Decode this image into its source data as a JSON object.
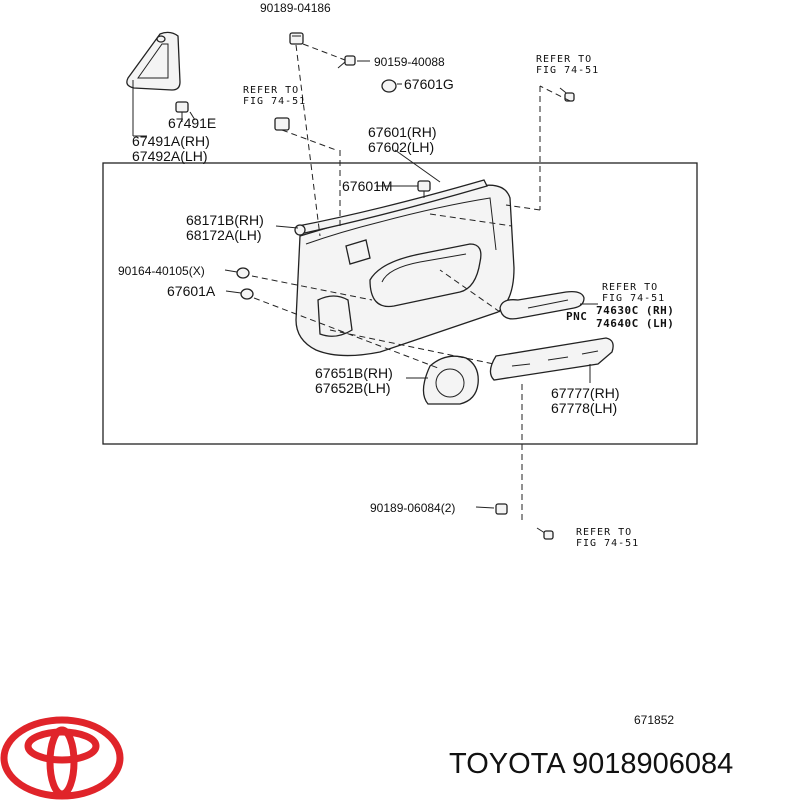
{
  "labels": {
    "p_90189_04186": "90189-04186",
    "p_90159_40088": "90159-40088",
    "p_67601G": "67601G",
    "p_67491E": "67491E",
    "p_67491A": "67491A(RH)",
    "p_67492A": "67492A(LH)",
    "p_67601": "67601(RH)",
    "p_67602": "67602(LH)",
    "p_67601M": "67601M",
    "p_68171B": "68171B(RH)",
    "p_68172A": "68172A(LH)",
    "p_90164": "90164-40105(X)",
    "p_67601A": "67601A",
    "p_67651B": "67651B(RH)",
    "p_67652B": "67652B(LH)",
    "p_67777": "67777(RH)",
    "p_67778": "67778(LH)",
    "p_90189_06084": "90189-06084(2)",
    "pnc": "PNC",
    "p_74630C": "74630C (RH)",
    "p_74640C": "74640C (LH)"
  },
  "refs": [
    {
      "line1": "REFER TO",
      "line2": "FIG 74-51"
    },
    {
      "line1": "REFER TO",
      "line2": "FIG 74-51"
    },
    {
      "line1": "REFER TO",
      "line2": "FIG 74-51"
    },
    {
      "line1": "REFER TO",
      "line2": "FIG 74-51"
    }
  ],
  "footer": {
    "illustration_number": "671852",
    "brand_caption": "TOYOTA 9018906084"
  },
  "colors": {
    "ink": "#222222",
    "logo_red": "#e0242a"
  },
  "logo": {
    "icon": "toyota-logo-icon"
  }
}
